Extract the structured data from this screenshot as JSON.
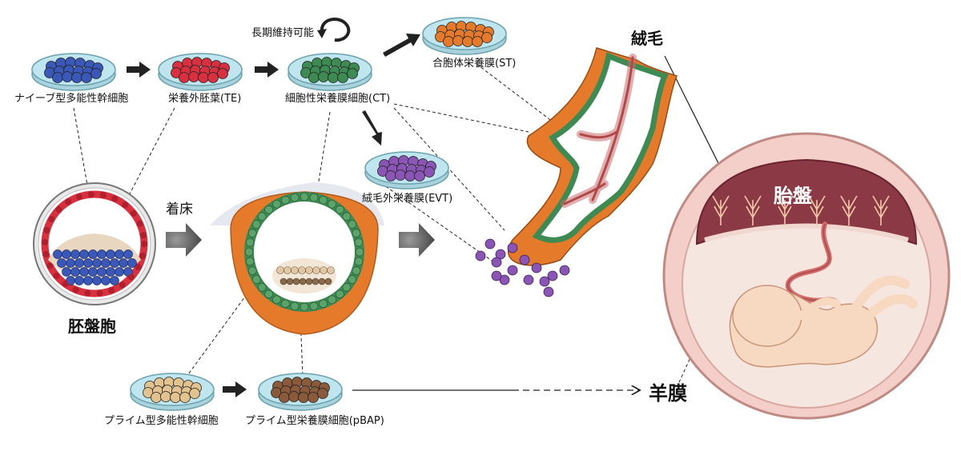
{
  "labels": {
    "naive_psc": "ナイーブ型多能性幹細胞",
    "te": "栄養外胚葉(TE)",
    "ct": "細胞性栄養膜細胞(CT)",
    "long_term": "長期維持可能",
    "st": "合胞体栄養膜(ST)",
    "evt": "絨毛外栄養膜(EVT)",
    "villi": "絨毛",
    "placenta": "胎盤",
    "blastocyst": "胚盤胞",
    "implantation": "着床",
    "primed_psc": "プライム型多能性幹細胞",
    "pbap": "プライム型栄養膜細胞(pBAP)",
    "amnion": "羊膜"
  },
  "colors": {
    "naive": "#3a58b8",
    "te": "#d8303e",
    "ct": "#3d8a52",
    "st": "#e57a2a",
    "evt": "#8a55b5",
    "primed": "#e2c28e",
    "pbap": "#8a5a3a",
    "dish": "#bfe6ef"
  },
  "icons": [
    "dish-icon",
    "arrow-right-icon",
    "loop-arrow-icon",
    "blastocyst-icon",
    "implanting-embryo-icon",
    "villus-icon",
    "uterus-fetus-icon"
  ]
}
